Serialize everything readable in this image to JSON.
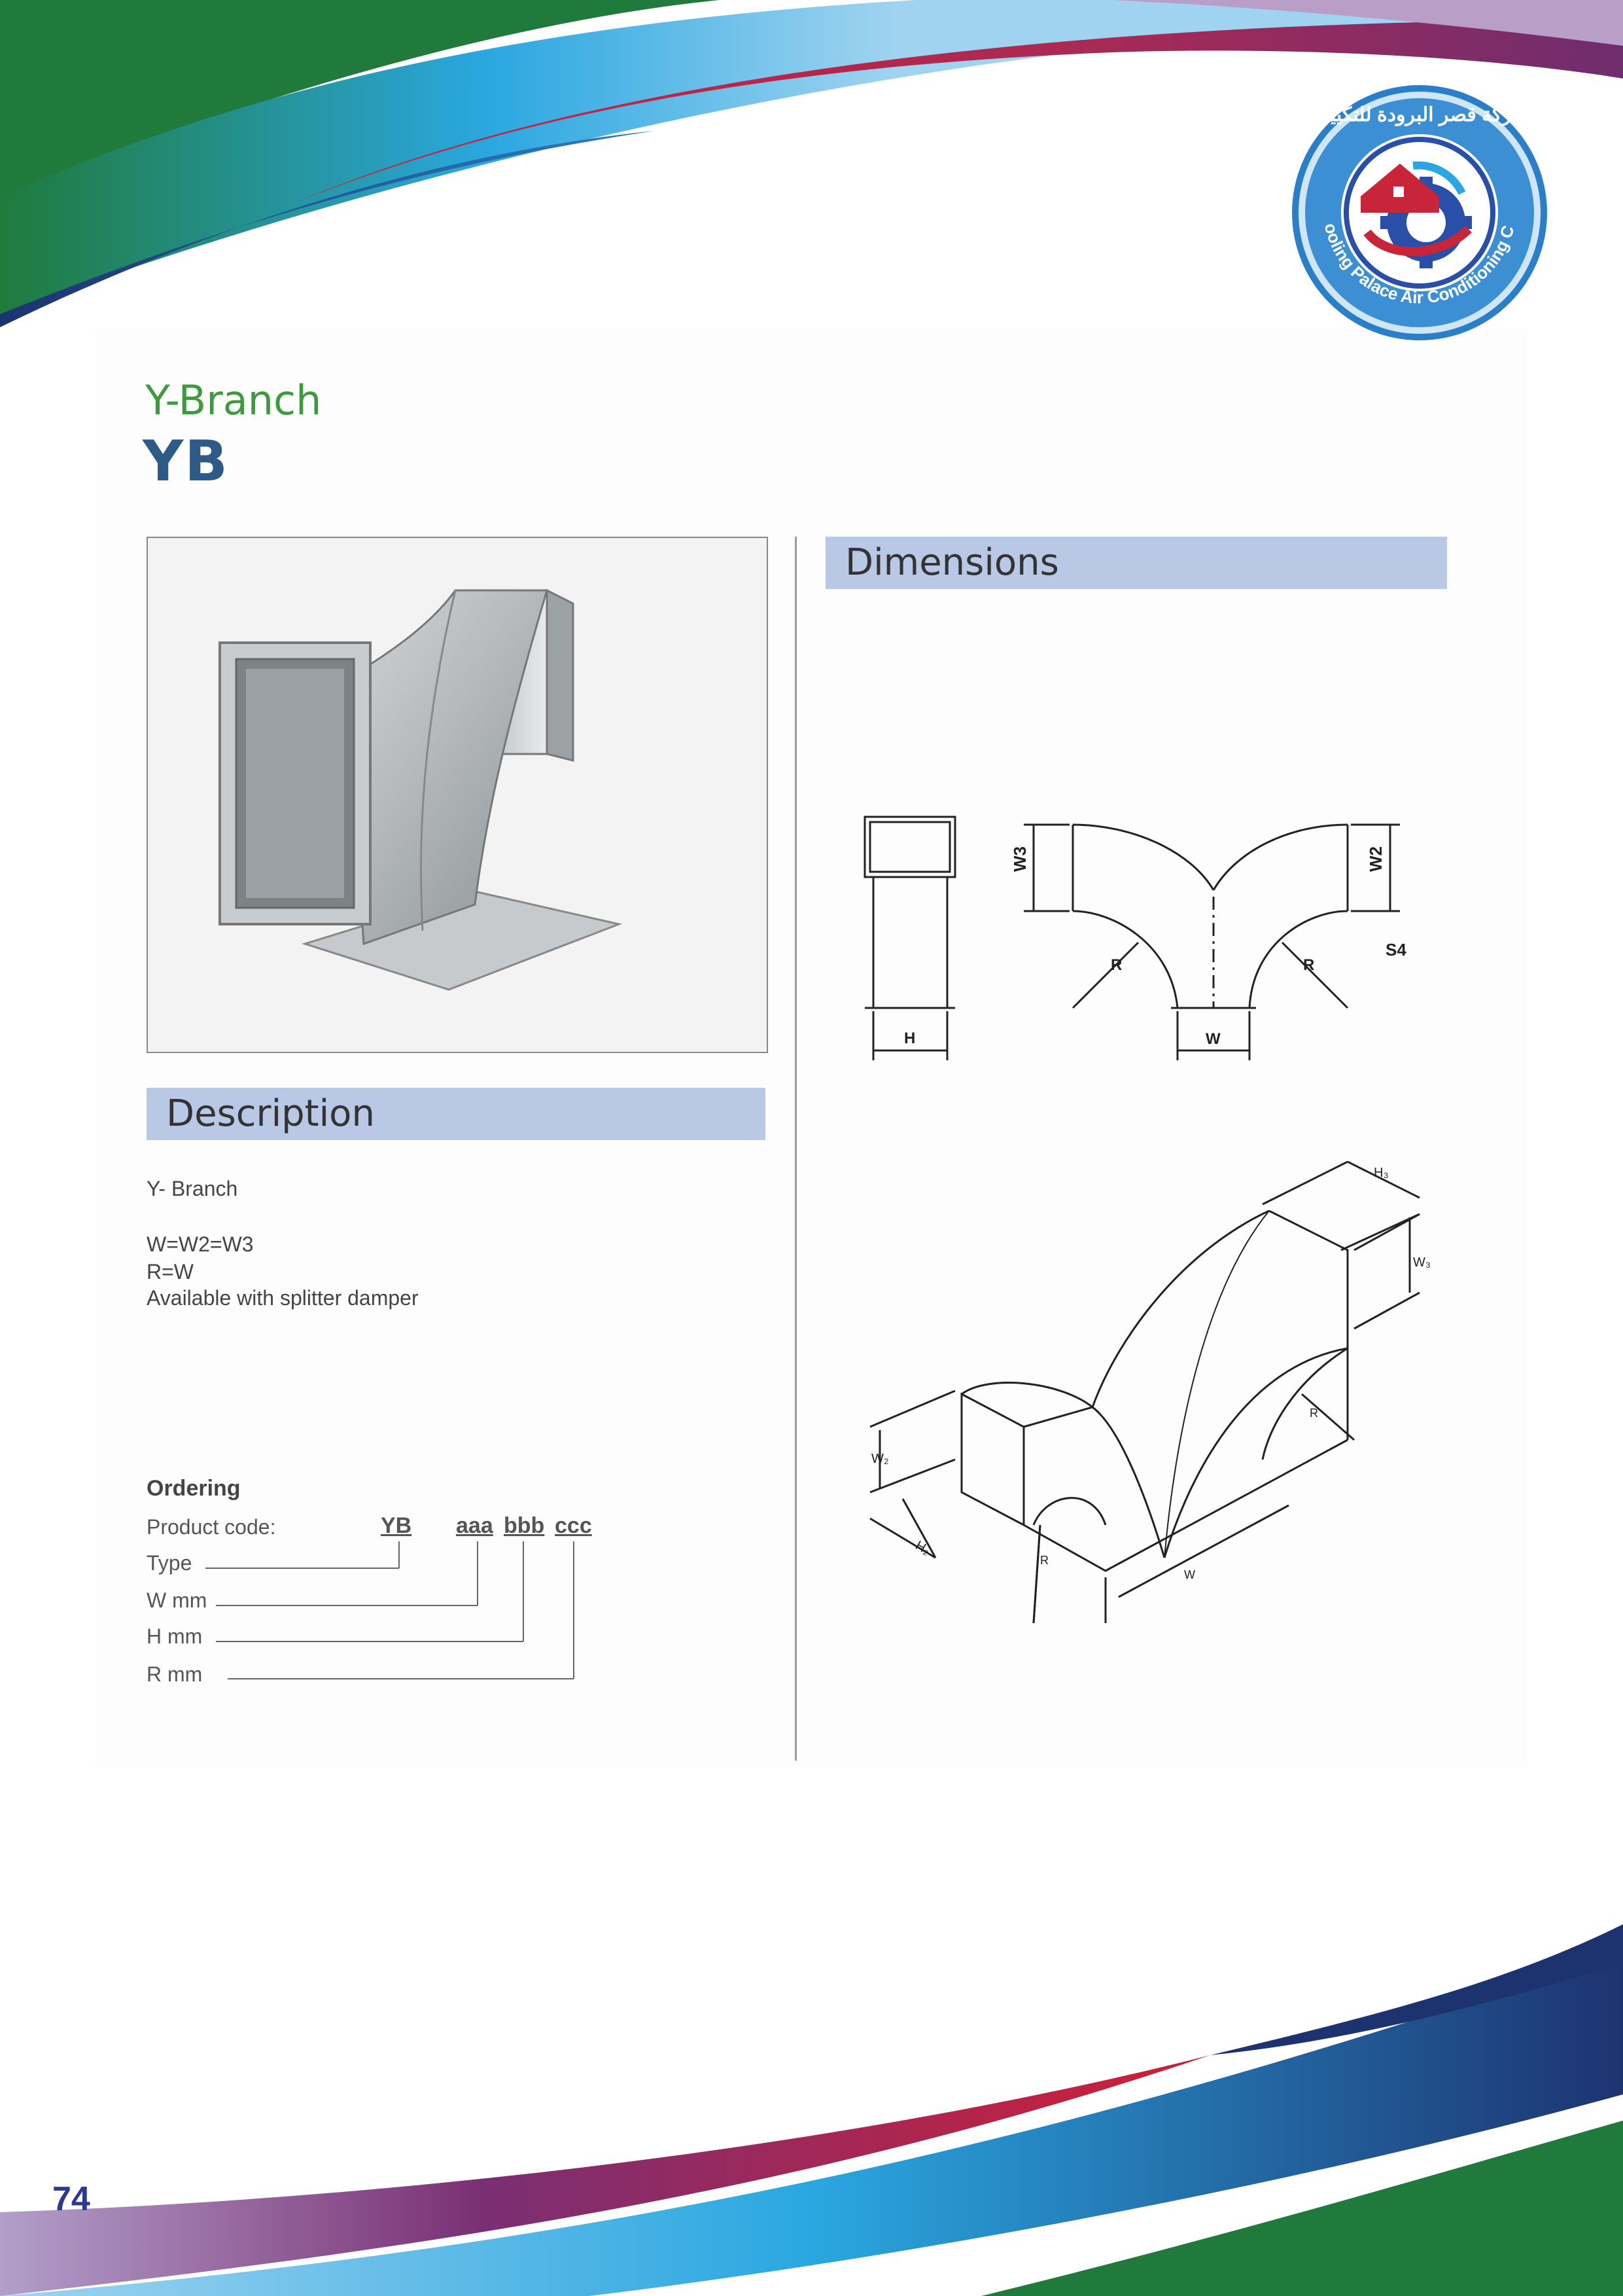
{
  "logo": {
    "arabic_text": "شركة قصر البرودة للتكييف",
    "english_text": "Cooling Palace Air Conditioning Co."
  },
  "header": {
    "subtitle": "Y-Branch",
    "title": "YB"
  },
  "sections": {
    "dimensions": "Dimensions",
    "description": "Description"
  },
  "description": {
    "line1": "Y- Branch",
    "line2": "W=W2=W3",
    "line3": "R=W",
    "line4": "Available with splitter damper"
  },
  "ordering": {
    "title": "Ordering",
    "product_code_label": "Product code:",
    "code_yb": "YB",
    "code_aaa": "aaa",
    "code_bbb": "bbb",
    "code_ccc": "ccc",
    "labels": [
      "Type",
      "W mm",
      "H mm",
      "R mm"
    ]
  },
  "drawing_labels": {
    "w3": "W3",
    "w2": "W2",
    "s4": "S4",
    "r": "R",
    "h": "H",
    "w": "W",
    "iso_h3": "H₃",
    "iso_w3": "W₃",
    "iso_r": "R",
    "iso_w2": "W₂",
    "iso_h2": "H₂",
    "iso_r2": "R",
    "iso_w": "W"
  },
  "page_number": "74",
  "colors": {
    "green": "#1f7a3c",
    "blue": "#2aa7e0",
    "navy": "#24306e",
    "red": "#c8243a",
    "purple": "#7a2f73",
    "title_green": "#3f9a3f",
    "title_blue": "#2e5a86",
    "section_bar": "#b9c8e5"
  }
}
